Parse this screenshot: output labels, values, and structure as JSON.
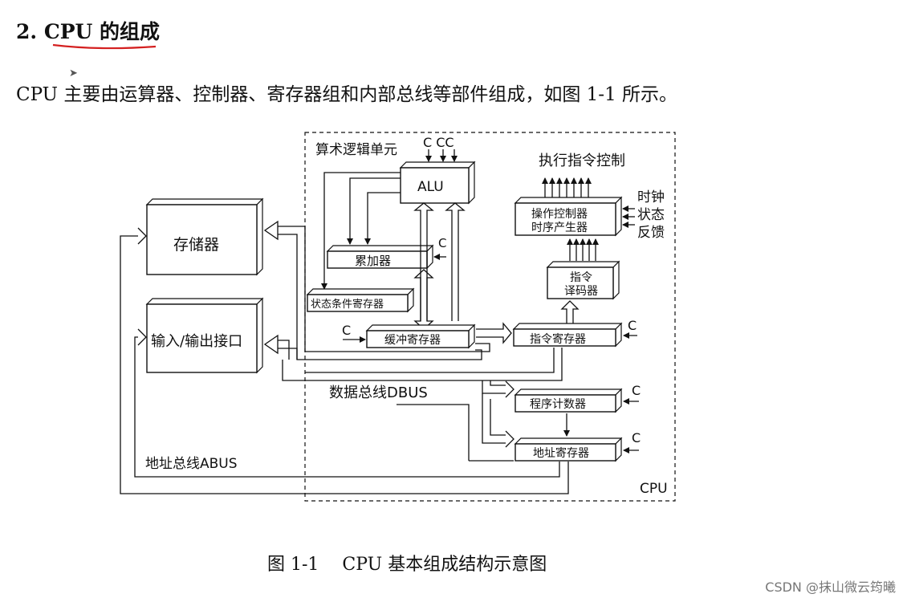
{
  "section": {
    "number": "2.",
    "title": "CPU 的组成"
  },
  "intro_text": "CPU 主要由运算器、控制器、寄存器组和内部总线等部件组成，如图 1-1 所示。",
  "diagram": {
    "cpu_label": "CPU",
    "alu_unit_label": "算术逻辑单元",
    "alu": "ALU",
    "accumulator": "累加器",
    "status_register": "状态条件寄存器",
    "buffer_register": "缓冲寄存器",
    "memory": "存储器",
    "io_interface": "输入/输出接口",
    "data_bus": "数据总线DBUS",
    "address_bus": "地址总线ABUS",
    "exec_control": "执行指令控制",
    "op_controller_line1": "操作控制器",
    "op_controller_line2": "时序产生器",
    "clock": "时钟",
    "status": "状态",
    "feedback": "反馈",
    "decoder_line1": "指令",
    "decoder_line2": "译码器",
    "instruction_register": "指令寄存器",
    "program_counter": "程序计数器",
    "address_register": "地址寄存器",
    "control_c": "C",
    "control_ccc": "C CC"
  },
  "caption": {
    "number": "图 1-1",
    "title": "CPU 基本组成结构示意图"
  },
  "watermark": "CSDN @抹山微云筠曦"
}
